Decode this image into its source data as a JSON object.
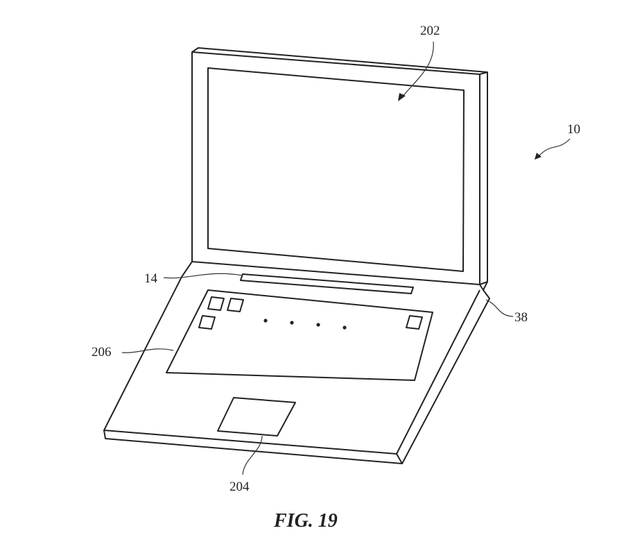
{
  "figure": {
    "caption": "FIG. 19",
    "labels": {
      "device": "10",
      "display": "202",
      "speaker": "14",
      "housing": "38",
      "keyboard": "206",
      "trackpad": "204"
    },
    "line_color": "#222222"
  }
}
